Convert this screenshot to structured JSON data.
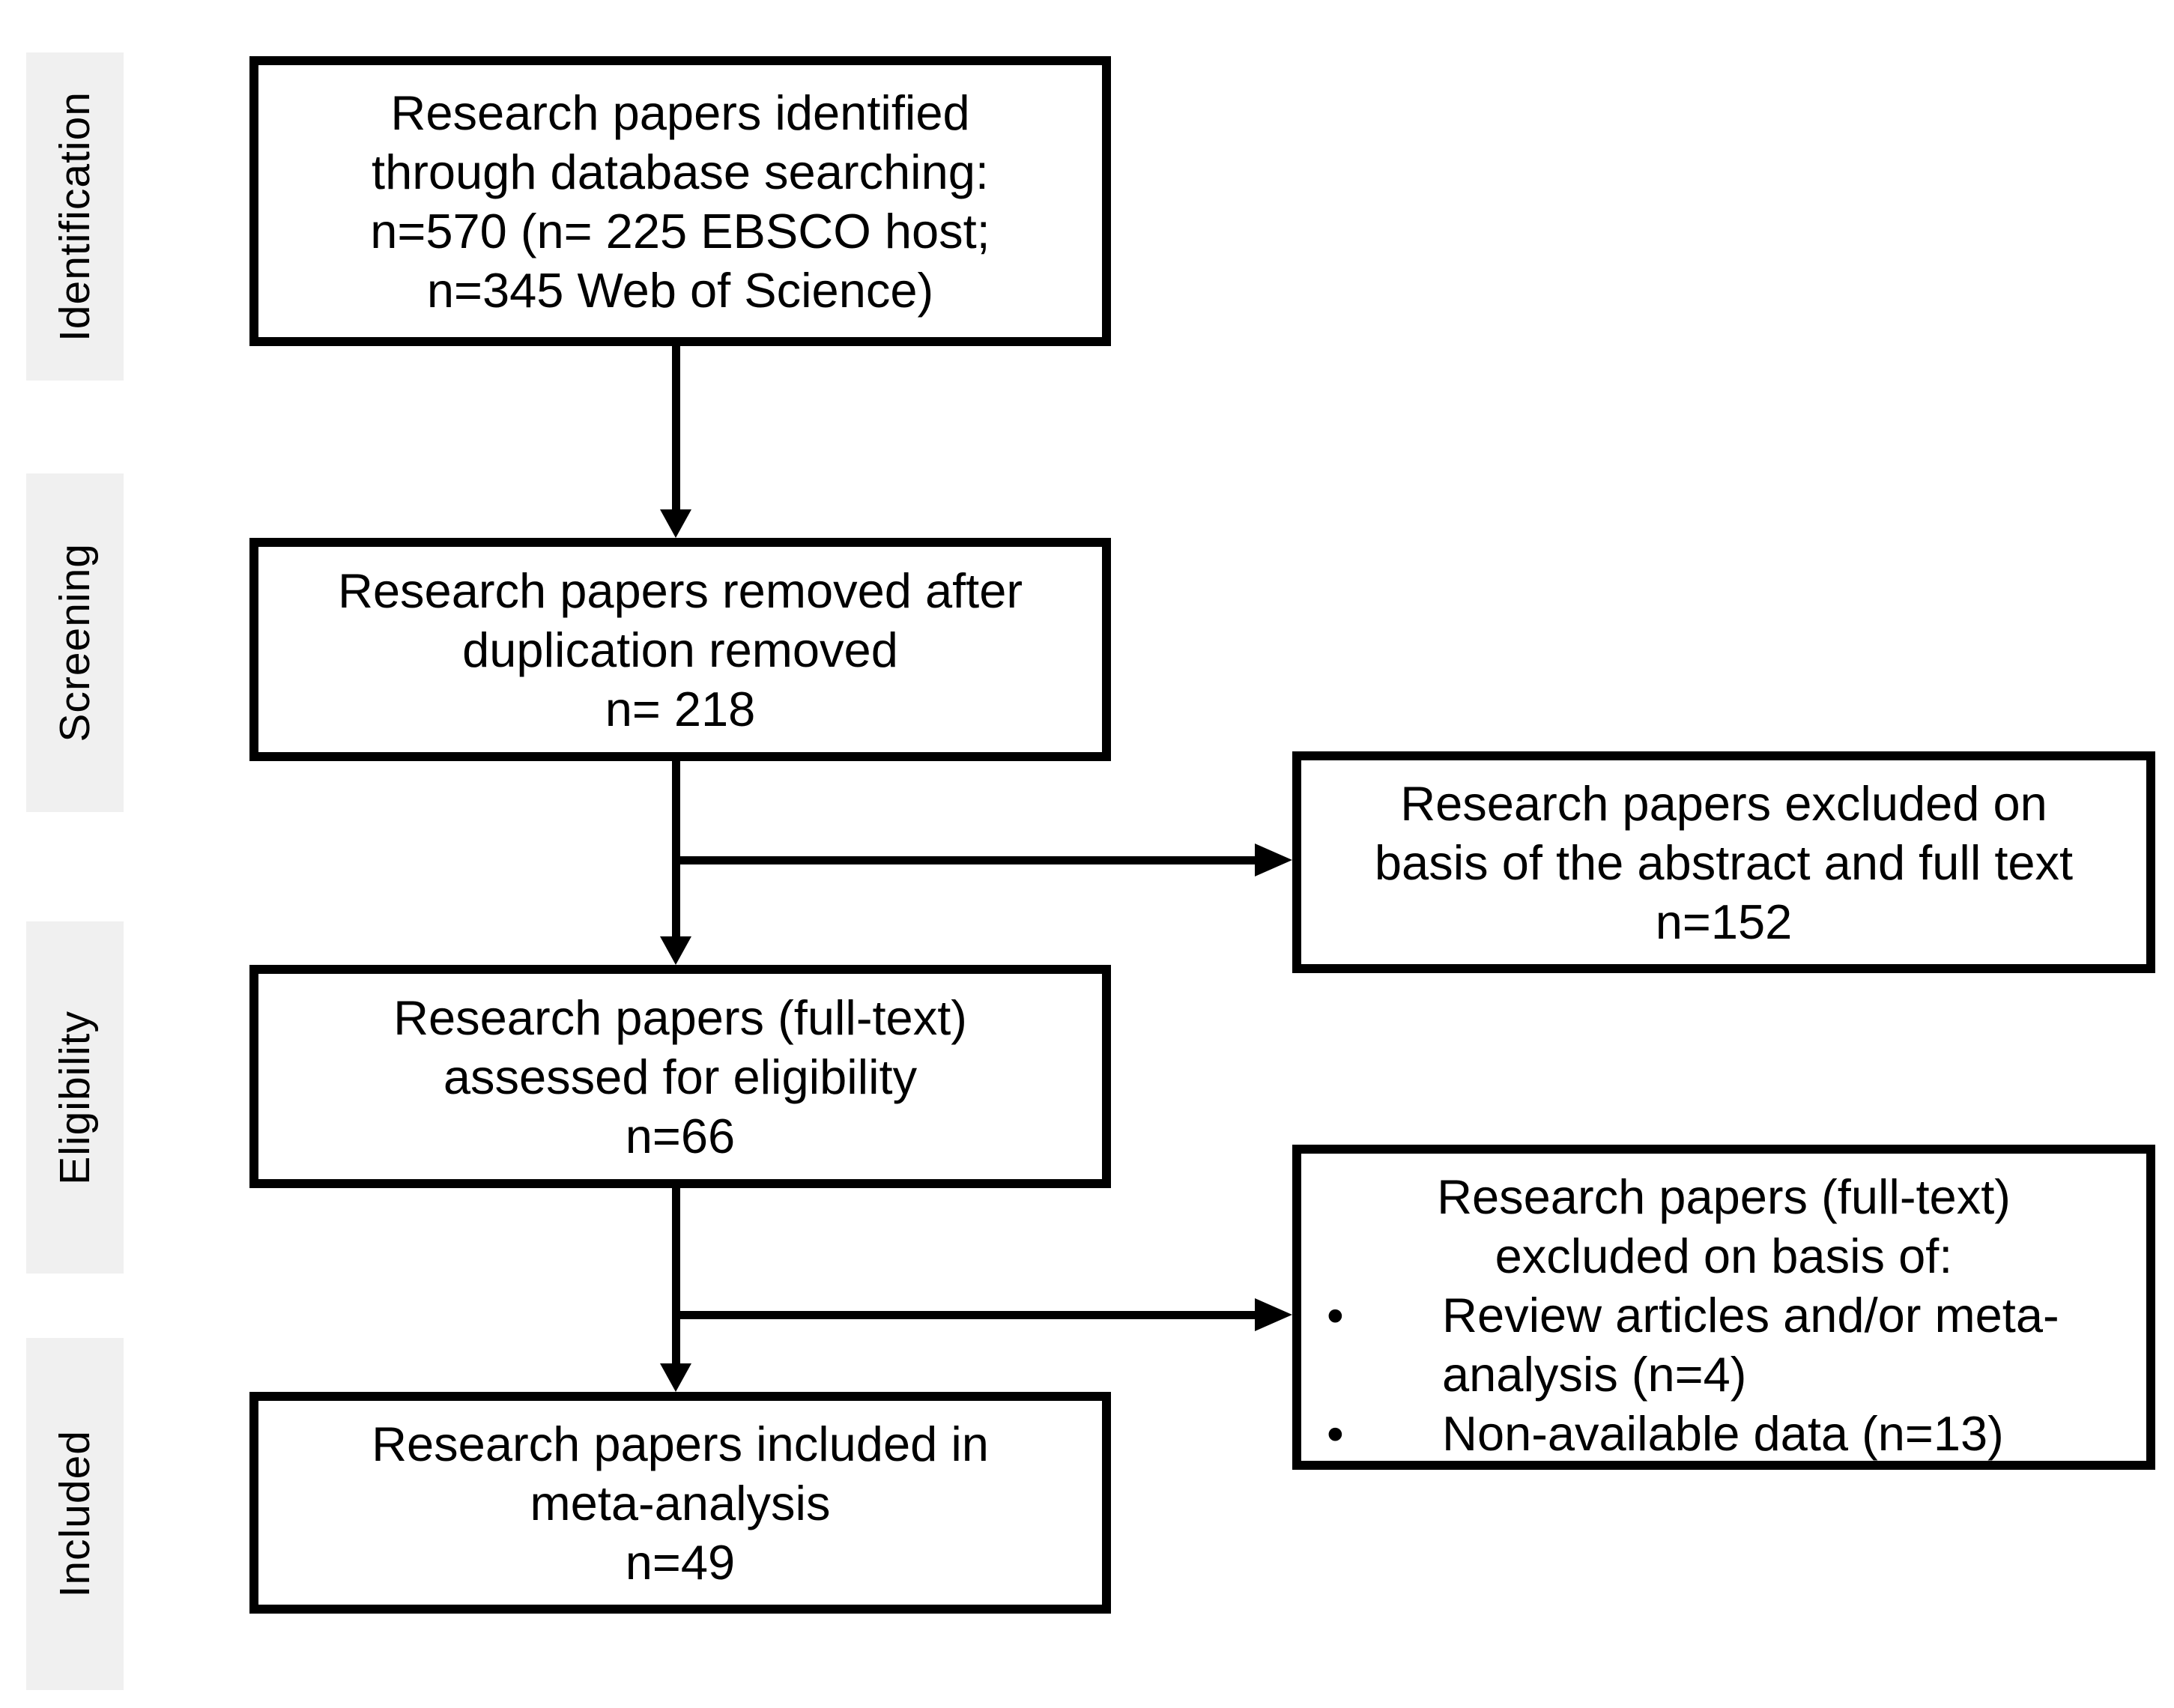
{
  "diagram": {
    "type": "prisma-flow",
    "stages": [
      {
        "label": "Identification"
      },
      {
        "label": "Screening"
      },
      {
        "label": "Eligibility"
      },
      {
        "label": "Included"
      }
    ],
    "main_boxes": [
      {
        "id": "identified",
        "text": "Research papers identified through database searching: n=570 (n= 225 EBSCO host; n=345 Web of Science)",
        "lines": [
          "Research papers identified",
          "through database searching:",
          "n=570 (n= 225 EBSCO host;",
          "n=345 Web of Science)"
        ]
      },
      {
        "id": "deduplicated",
        "text": "Research papers removed after duplication removed n= 218",
        "lines": [
          "Research papers removed after",
          "duplication removed",
          "n= 218"
        ]
      },
      {
        "id": "eligibility",
        "text": "Research papers (full-text) assessed for eligibility n=66",
        "lines": [
          "Research papers (full-text)",
          "assessed for eligibility",
          "n=66"
        ]
      },
      {
        "id": "included",
        "text": "Research papers included in meta-analysis n=49",
        "lines": [
          "Research papers included in",
          "meta-analysis",
          "n=49"
        ]
      }
    ],
    "side_boxes": [
      {
        "id": "excluded-abstract",
        "text": "Research papers excluded on basis of the abstract and full text n=152",
        "lines": [
          "Research papers excluded on",
          "basis of the abstract and full text",
          "n=152"
        ]
      },
      {
        "id": "excluded-fulltext",
        "title_text": "Research papers (full-text) excluded on basis of:",
        "title_lines": [
          "Research papers (full-text)",
          "excluded on basis of:"
        ],
        "bullets": [
          {
            "text": "Review articles and/or meta-analysis (n=4)",
            "lines": [
              "Review articles and/or meta-",
              "analysis (n=4)"
            ]
          },
          {
            "text": "Non-available data (n=13)",
            "lines": [
              "Non-available data (n=13)"
            ]
          }
        ]
      }
    ]
  },
  "glyphs": {
    "bullet": "•"
  },
  "colors": {
    "background": "#ffffff",
    "band_background": "#f0f0f0",
    "box_border": "#000000",
    "text": "#000000",
    "arrow": "#000000"
  }
}
